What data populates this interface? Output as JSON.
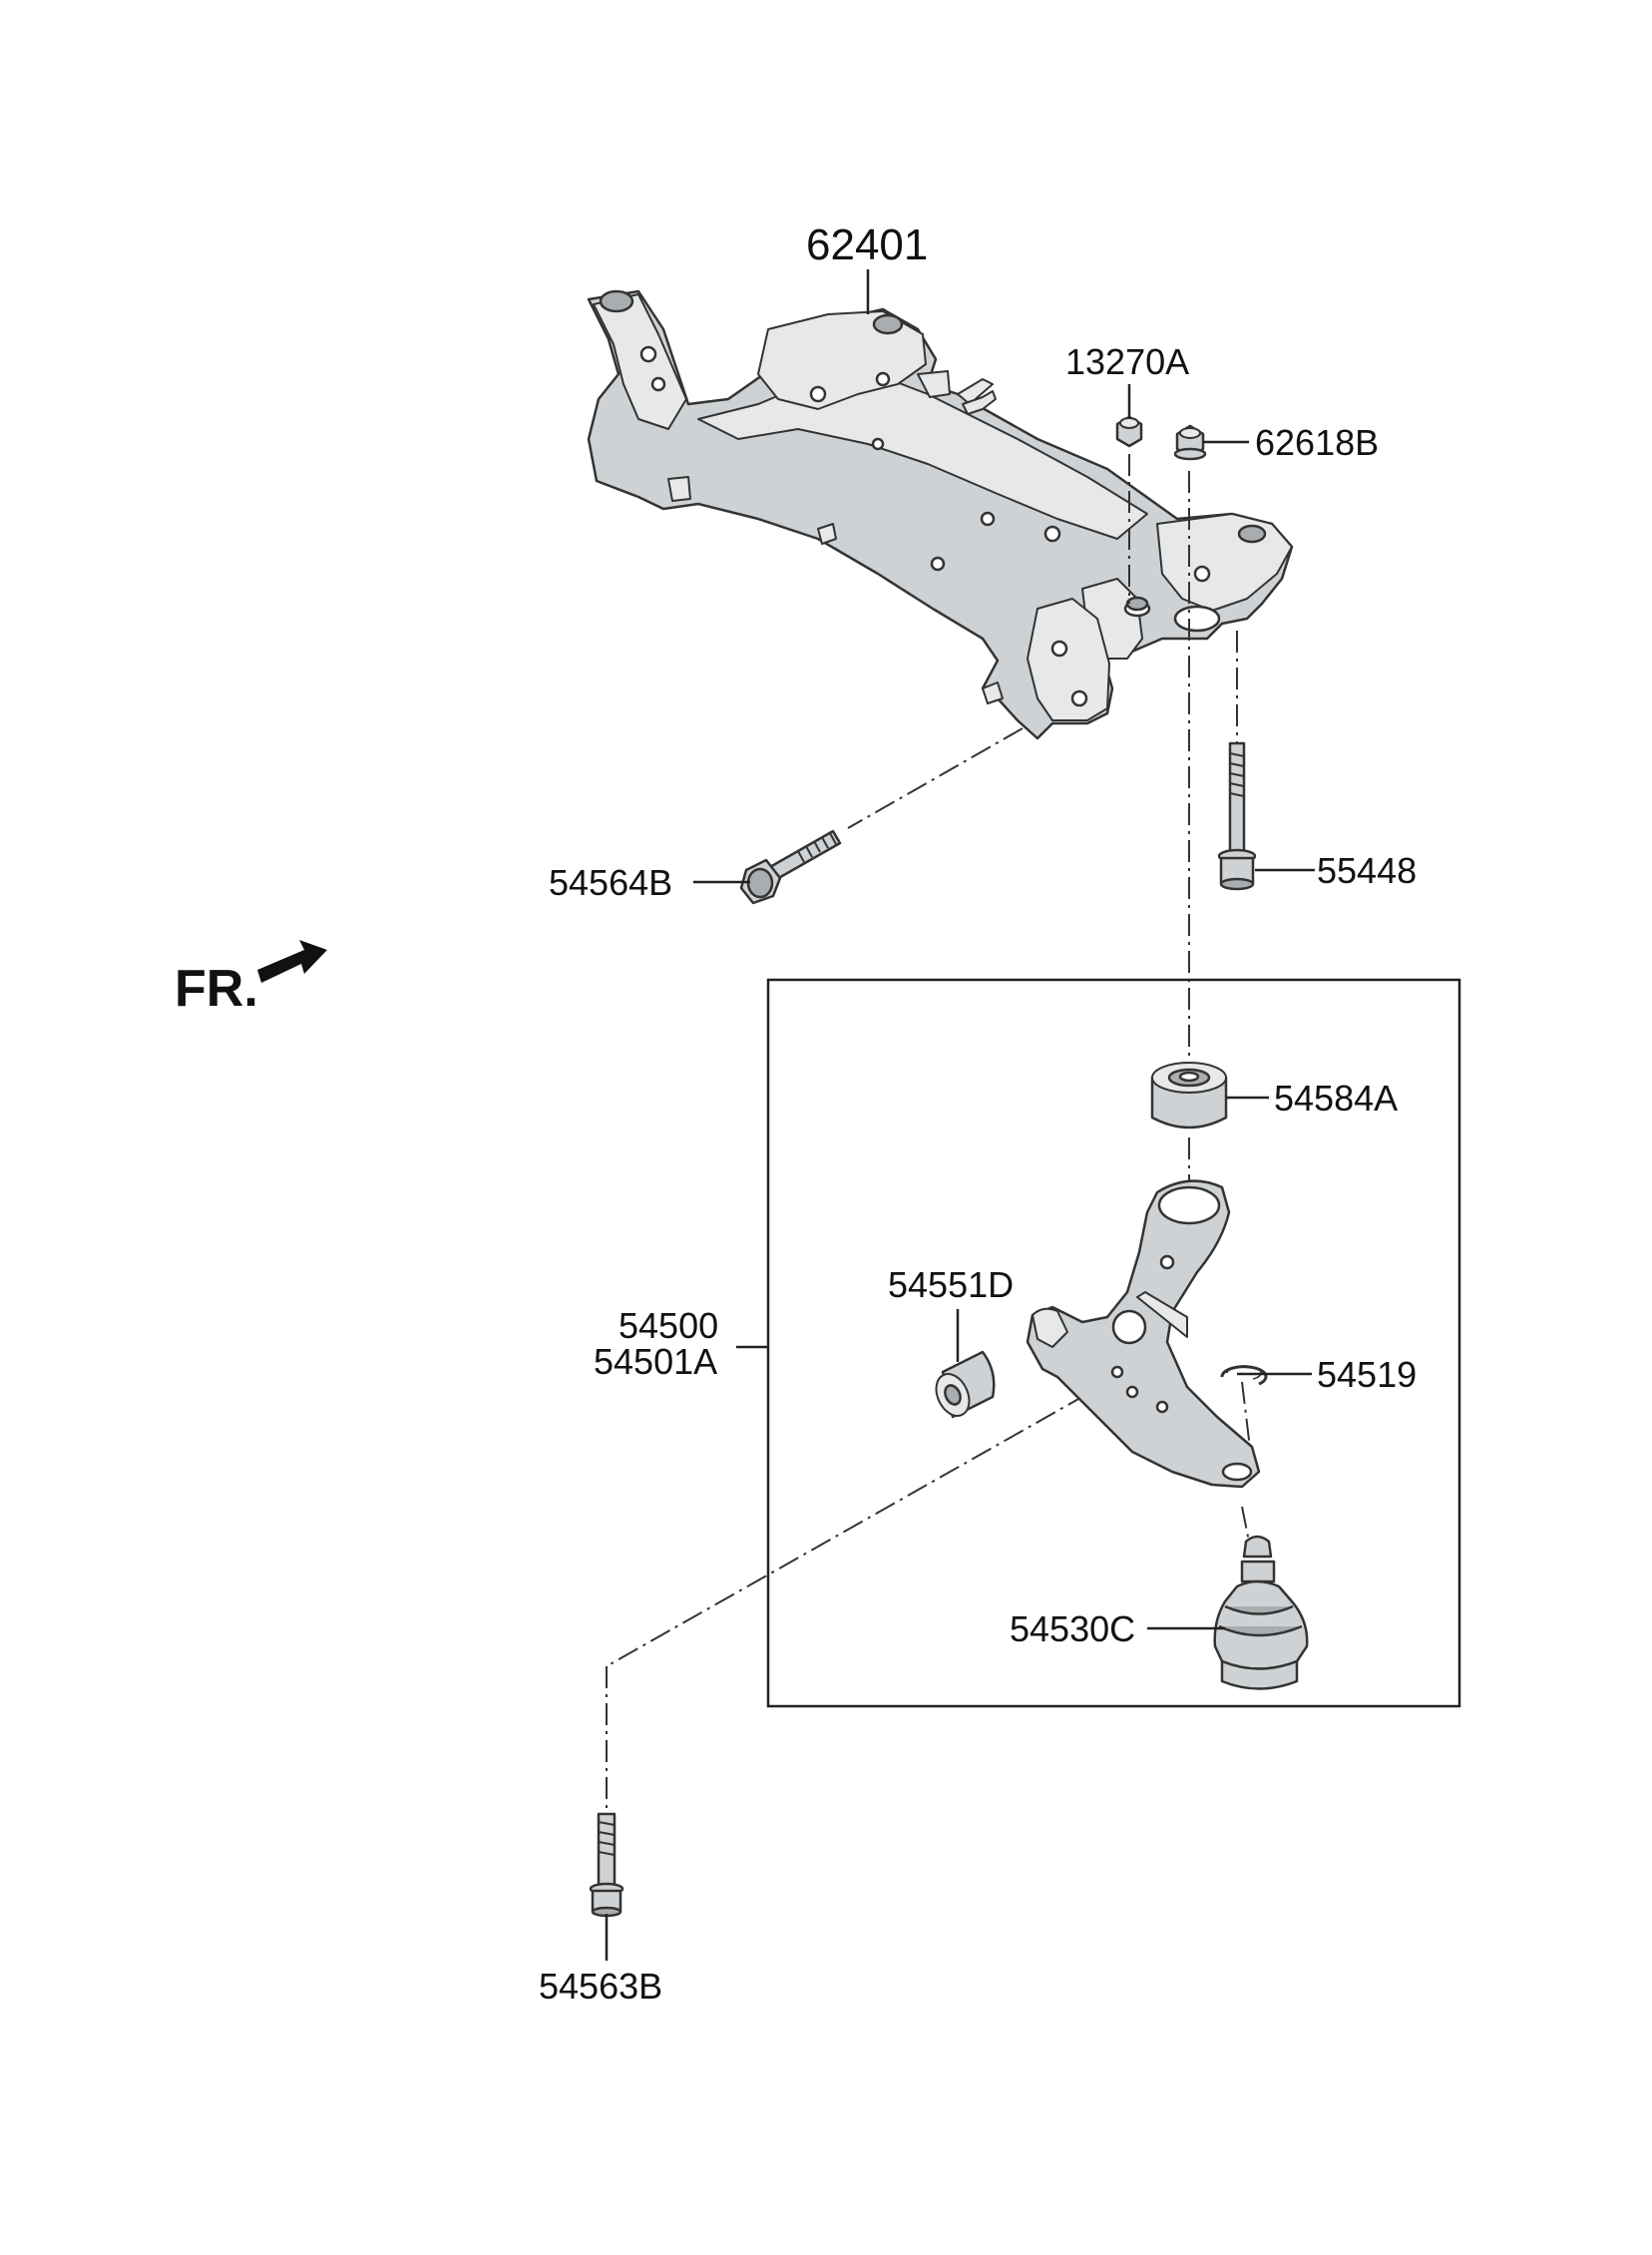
{
  "orientation": {
    "label": "FR."
  },
  "parts": {
    "crossmember": "62401",
    "nut_a": "13270A",
    "nut_b": "62618B",
    "bolt_rear": "54564B",
    "bolt_side": "55448",
    "bushing_vertical": "54584A",
    "bushing_front": "54551D",
    "arm_assembly": "54500",
    "arm_assembly_alt": "54501A",
    "snap_ring": "54519",
    "ball_joint": "54530C",
    "bolt_lower": "54563B"
  },
  "colors": {
    "part_fill": "#cfd2d4",
    "outline": "#333333",
    "background": "#ffffff"
  }
}
